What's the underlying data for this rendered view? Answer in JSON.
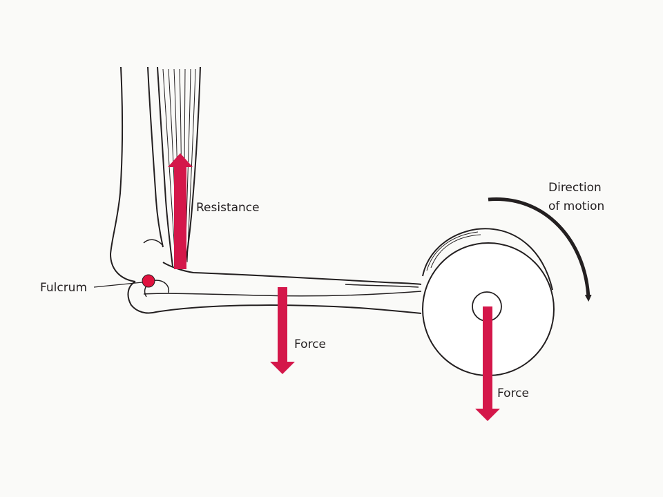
{
  "labels": {
    "resistance": "Resistance",
    "direction_line1": "Direction",
    "direction_line2": "of motion",
    "fulcrum": "Fulcrum",
    "force_forearm": "Force",
    "force_weight": "Force"
  },
  "colors": {
    "arrow": "#d4174a",
    "fulcrum": "#e0123f",
    "line": "#231f20",
    "background": "#fafaf8"
  }
}
